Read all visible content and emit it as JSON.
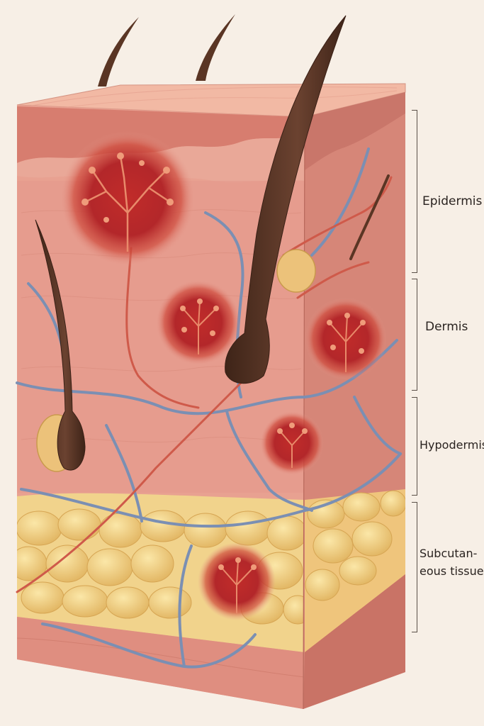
{
  "labels": {
    "epidermis": "Epidermis",
    "dermis": "Dermis",
    "hypodermis": "Hypodermis",
    "subcutaneous_line1": "Subcutan-",
    "subcutaneous_line2": "eous tissue"
  },
  "colors": {
    "background": "#f7efe6",
    "skin_front": "#e59a8c",
    "skin_side": "#cf7e72",
    "skin_top": "#f2b9a4",
    "fat": "#f1d38c",
    "vein": "#7b8fb3",
    "artery": "#cf5a4a",
    "lesion": "#b8292a",
    "hair": "#5a3524"
  }
}
